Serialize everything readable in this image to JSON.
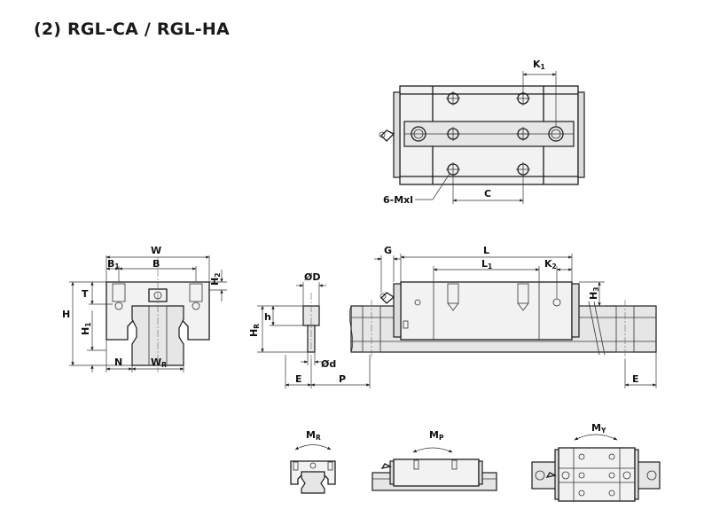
{
  "title": "(2) RGL-CA / RGL-HA",
  "top_view": {
    "k1": "K",
    "k1_sub": "1",
    "c": "C",
    "mxl": "6-Mxl"
  },
  "front_view": {
    "w": "W",
    "b1": "B",
    "b1_sub": "1",
    "b": "B",
    "t": "T",
    "h": "H",
    "h1": "H",
    "h1_sub": "1",
    "h2": "H",
    "h2_sub": "2",
    "n": "N",
    "wr": "W",
    "wr_sub": "R"
  },
  "rail_section": {
    "od_big": "ØD",
    "od_small": "Ød",
    "h": "h",
    "hr": "H",
    "hr_sub": "R",
    "e": "E",
    "p": "P"
  },
  "side_view": {
    "g": "G",
    "l": "L",
    "l1": "L",
    "l1_sub": "1",
    "k2": "K",
    "k2_sub": "2",
    "h3": "H",
    "h3_sub": "3",
    "e": "E"
  },
  "moments": {
    "mr": "M",
    "mr_sub": "R",
    "mp": "M",
    "mp_sub": "P",
    "my": "M",
    "my_sub": "Y"
  }
}
